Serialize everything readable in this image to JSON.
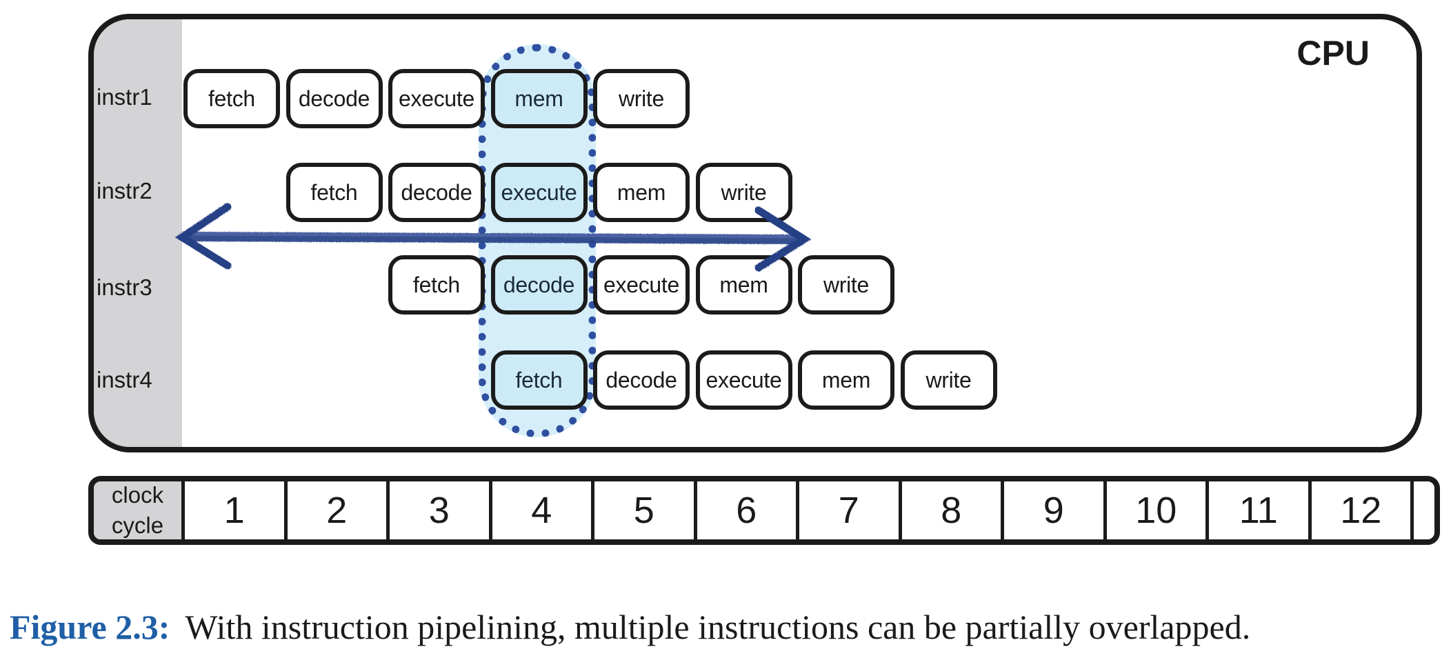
{
  "cpu": {
    "title": "CPU"
  },
  "rows": [
    {
      "label": "instr1",
      "start": 1,
      "stages": [
        "fetch",
        "decode",
        "execute",
        "mem",
        "write"
      ]
    },
    {
      "label": "instr2",
      "start": 2,
      "stages": [
        "fetch",
        "decode",
        "execute",
        "mem",
        "write"
      ]
    },
    {
      "label": "instr3",
      "start": 3,
      "stages": [
        "fetch",
        "decode",
        "execute",
        "mem",
        "write"
      ]
    },
    {
      "label": "instr4",
      "start": 4,
      "stages": [
        "fetch",
        "decode",
        "execute",
        "mem",
        "write"
      ]
    }
  ],
  "highlight": {
    "cycle": 4
  },
  "clock": {
    "label_line1": "clock",
    "label_line2": "cycle",
    "cycles": [
      "1",
      "2",
      "3",
      "4",
      "5",
      "6",
      "7",
      "8",
      "9",
      "10",
      "11",
      "12"
    ]
  },
  "caption": {
    "label": "Figure 2.3:",
    "text": "With instruction pipelining, multiple instructions can be partially overlapped."
  },
  "colors": {
    "highlight_fill": "#d6eef9",
    "highlight_border": "#2f4fa0",
    "arrow": "#253f86",
    "caption_label": "#1f5fa6"
  }
}
